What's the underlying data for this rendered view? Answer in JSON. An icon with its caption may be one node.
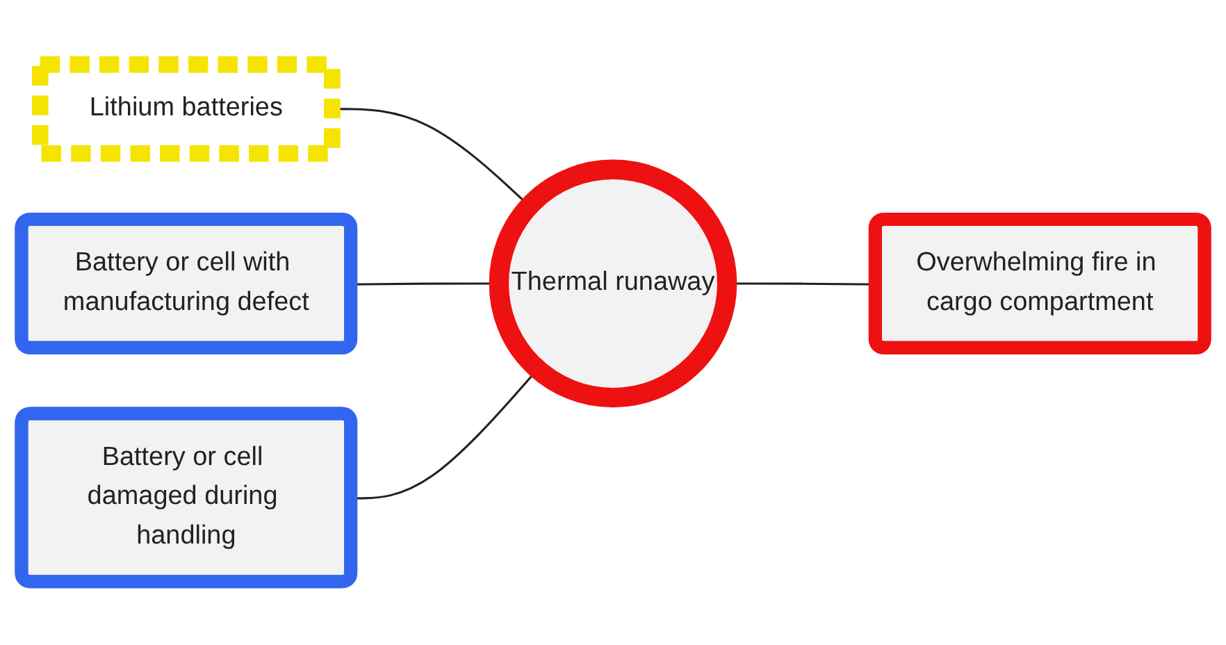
{
  "diagram": {
    "nodes": [
      {
        "text": [
          "Lithium batteries"
        ]
      },
      {
        "text": [
          "Thermal runaway"
        ]
      },
      {
        "text": [
          "Battery or cell with manufacturing defect"
        ]
      },
      {
        "text": [
          "Battery or cell damaged during handling"
        ]
      },
      {
        "text": [
          "Overwhelming fire in cargo compartment"
        ]
      }
    ],
    "edges": [
      {
        "from": 0,
        "to": 1,
        "arrow": "none"
      },
      {
        "from": 2,
        "to": 1,
        "arrow": "none"
      },
      {
        "from": 3,
        "to": 1,
        "arrow": "none"
      },
      {
        "from": 1,
        "to": 4,
        "arrow": "none"
      }
    ]
  }
}
